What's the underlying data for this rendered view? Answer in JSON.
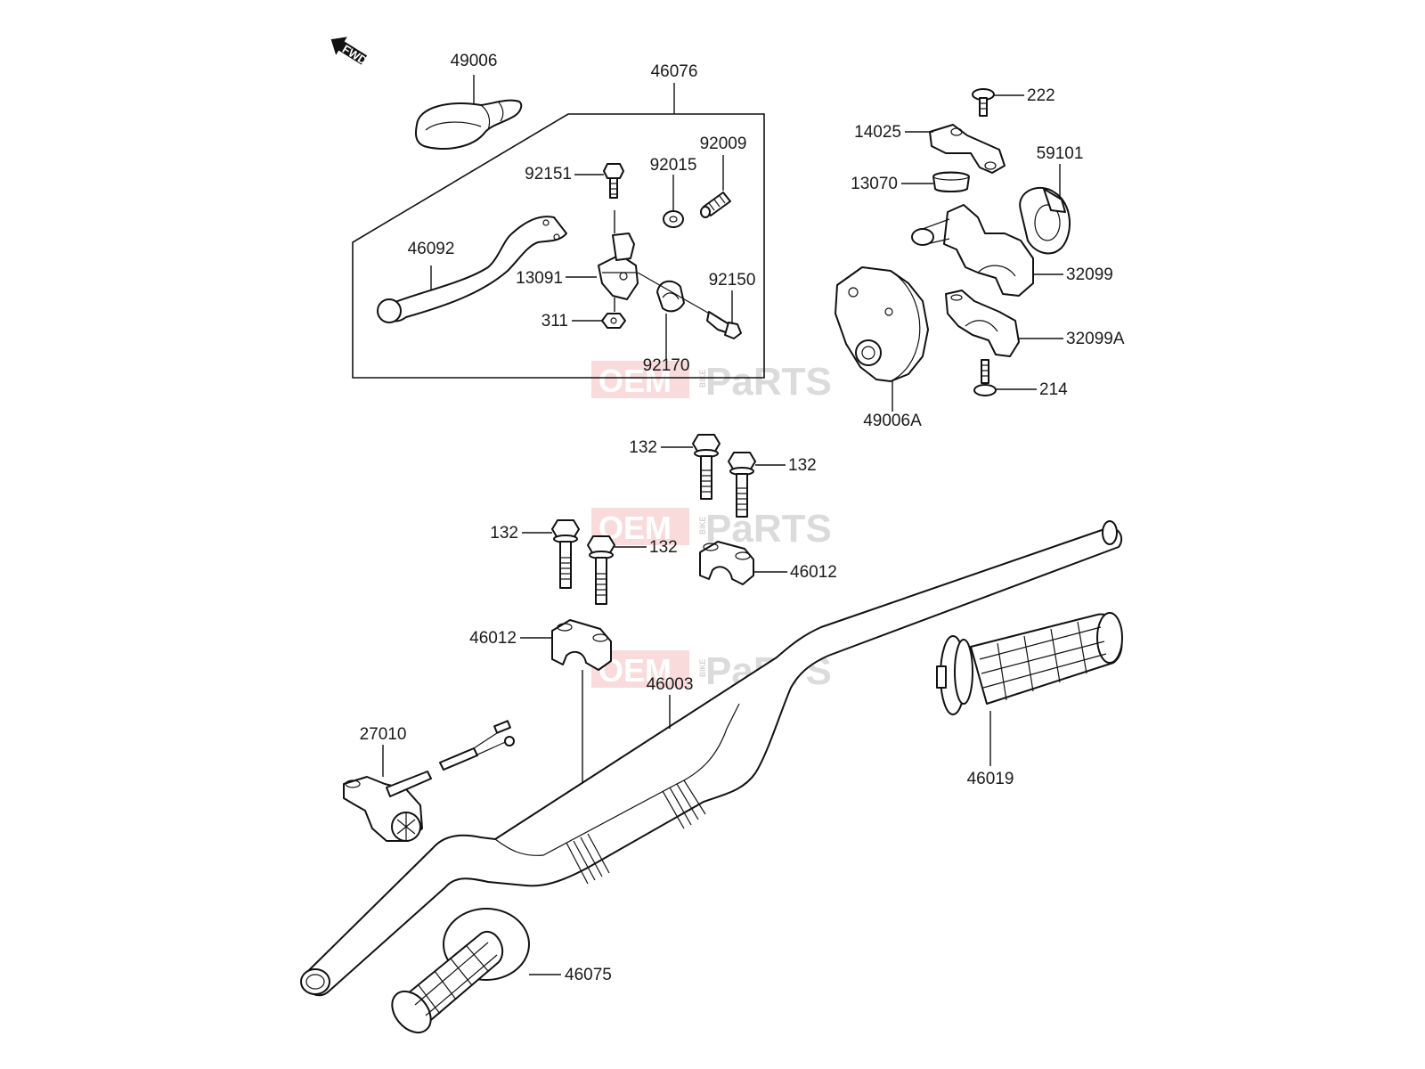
{
  "fwd_marker": {
    "text": "FWD"
  },
  "watermark": {
    "brand_left": "OEM",
    "brand_mid": "BIKE",
    "brand_right": "PaRTS"
  },
  "part_labels": {
    "p49006": "49006",
    "p46076": "46076",
    "p92009": "92009",
    "p92151": "92151",
    "p92015": "92015",
    "p46092": "46092",
    "p13091": "13091",
    "p92150": "92150",
    "p311": "311",
    "p92170": "92170",
    "p222": "222",
    "p14025": "14025",
    "p59101": "59101",
    "p13070": "13070",
    "p32099": "32099",
    "p32099A": "32099A",
    "p214": "214",
    "p49006A": "49006A",
    "p132a": "132",
    "p132b": "132",
    "p132c": "132",
    "p132d": "132",
    "p46012a": "46012",
    "p46012b": "46012",
    "p46003": "46003",
    "p27010": "27010",
    "p46019": "46019",
    "p46075": "46075"
  }
}
